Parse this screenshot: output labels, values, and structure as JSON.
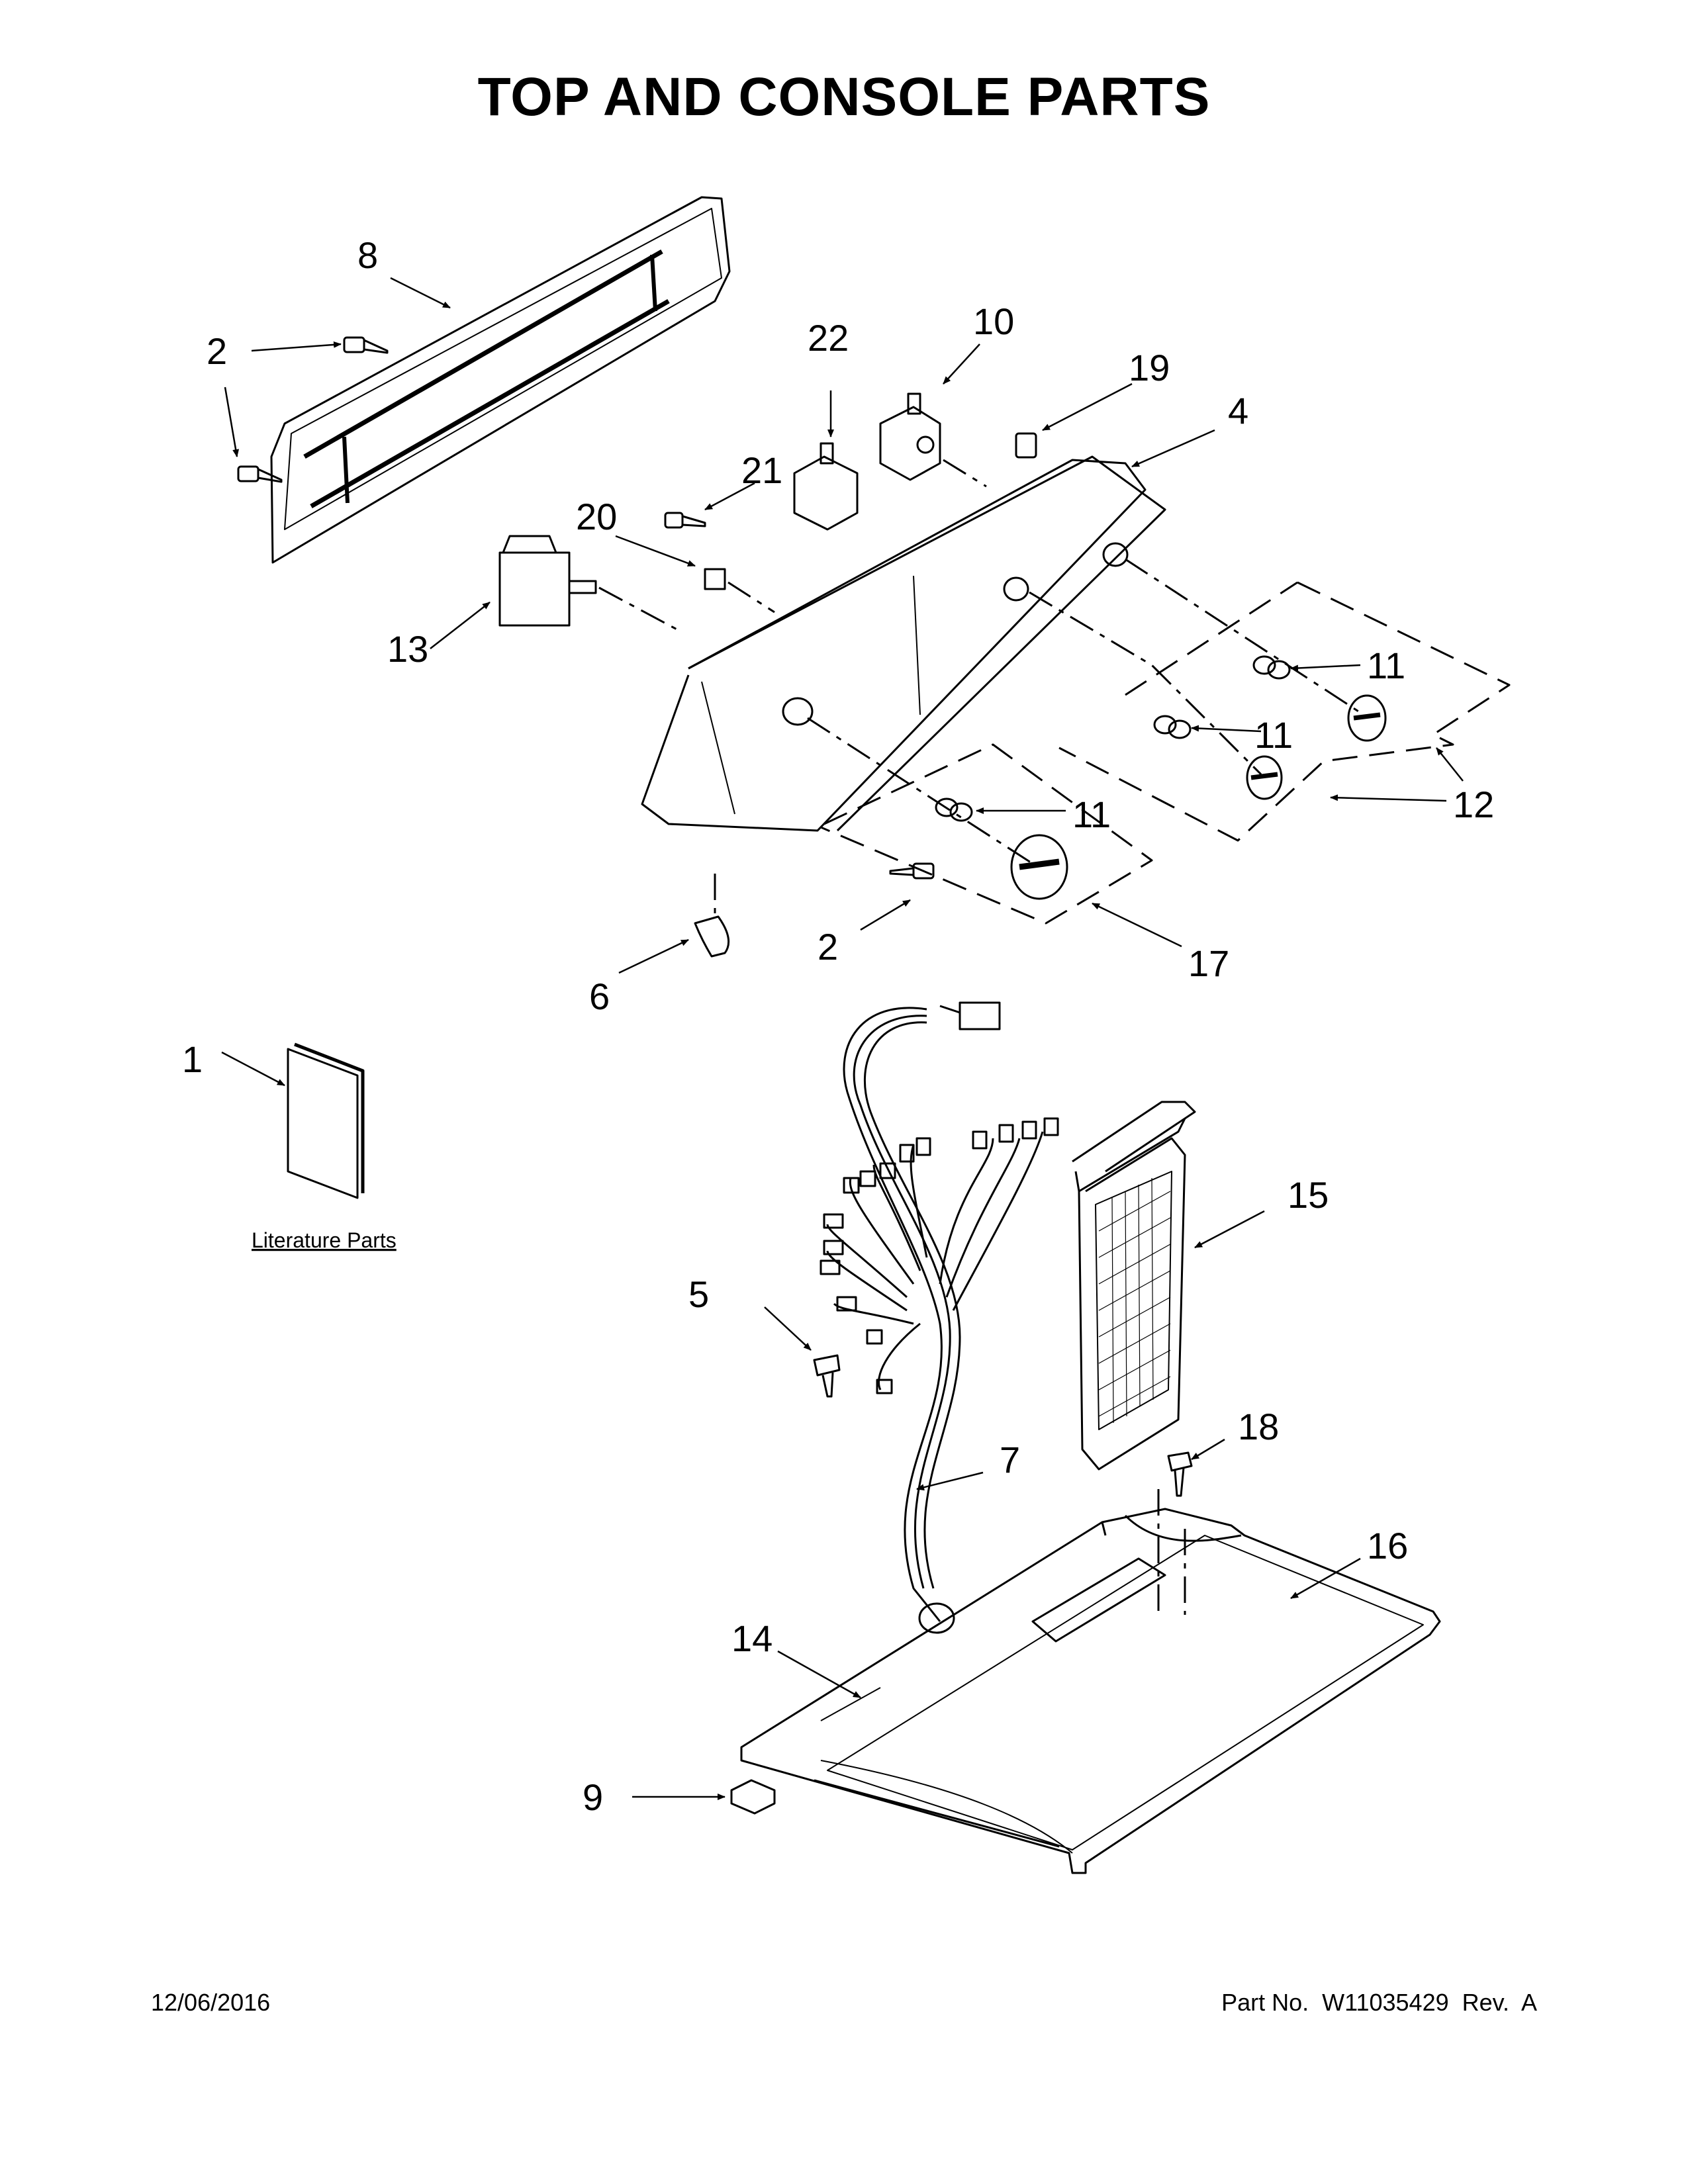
{
  "title": "TOP AND CONSOLE PARTS",
  "callouts": {
    "c8": "8",
    "c2a": "2",
    "c2b": "2",
    "c22": "22",
    "c10": "10",
    "c19": "19",
    "c4": "4",
    "c21": "21",
    "c20": "20",
    "c13": "13",
    "c11a": "11",
    "c11b": "11",
    "c11c": "11",
    "c12": "12",
    "c2c": "2",
    "c17": "17",
    "c6": "6",
    "c1": "1",
    "c15": "15",
    "c5": "5",
    "c18": "18",
    "c7": "7",
    "c16": "16",
    "c14": "14",
    "c9": "9"
  },
  "literature_label": "Literature Parts",
  "footer": {
    "date": "12/06/2016",
    "part_number": "Part No.  W11035429  Rev.  A"
  }
}
